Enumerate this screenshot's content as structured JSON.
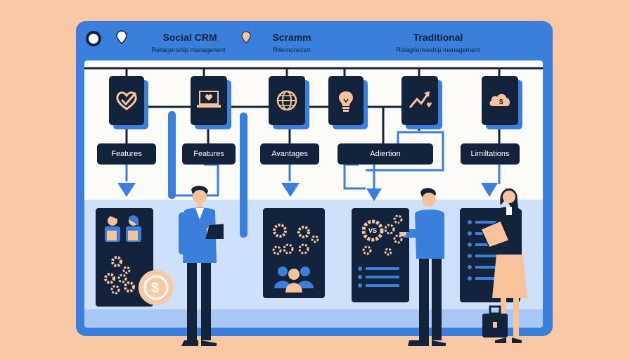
{
  "header": {
    "col1_title": "Social CRM",
    "col1_sub": "Reltagonship managenent",
    "col2_title": "Scramm",
    "col2_sub": "Rifernonecen",
    "col3_title": "Traditional",
    "col3_sub": "Relagtionseship management"
  },
  "labels": [
    "Features",
    "Features",
    "Avantages",
    "Adiertion",
    "Limiltations"
  ],
  "cards": {
    "vs_badge": "VS"
  },
  "icons": [
    "heart-check",
    "laptop-heart",
    "globe",
    "lightbulb",
    "trend-arrow",
    "cloud-dollar"
  ],
  "colors": {
    "background": "#f9c9a6",
    "frame_blue": "#3b7fdc",
    "navy": "#13233b",
    "panel": "#fdfbf7",
    "accent_peach": "#f8c29a"
  }
}
